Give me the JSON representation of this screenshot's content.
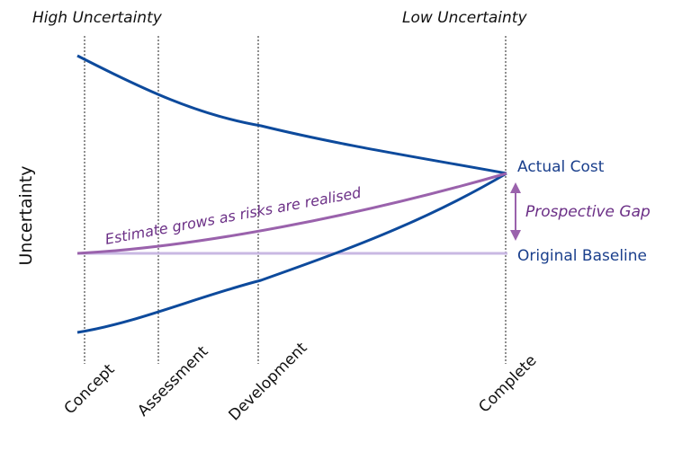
{
  "header": {
    "left_label": "High Uncertainty",
    "right_label": "Low Uncertainty"
  },
  "y_axis_label": "Uncertainty",
  "stages": [
    "Concept",
    "Assessment",
    "Development",
    "Complete"
  ],
  "curves": {
    "estimate_label": "Estimate grows as risks are realised",
    "actual_cost_label": "Actual Cost",
    "gap_label": "Prospective Gap",
    "baseline_label": "Original Baseline"
  },
  "colors": {
    "cone": "#0d4a9c",
    "estimate": "#9a62ac",
    "estimate_text": "#6b2f86",
    "baseline": "#c9b8e3",
    "text": "#111111"
  }
}
